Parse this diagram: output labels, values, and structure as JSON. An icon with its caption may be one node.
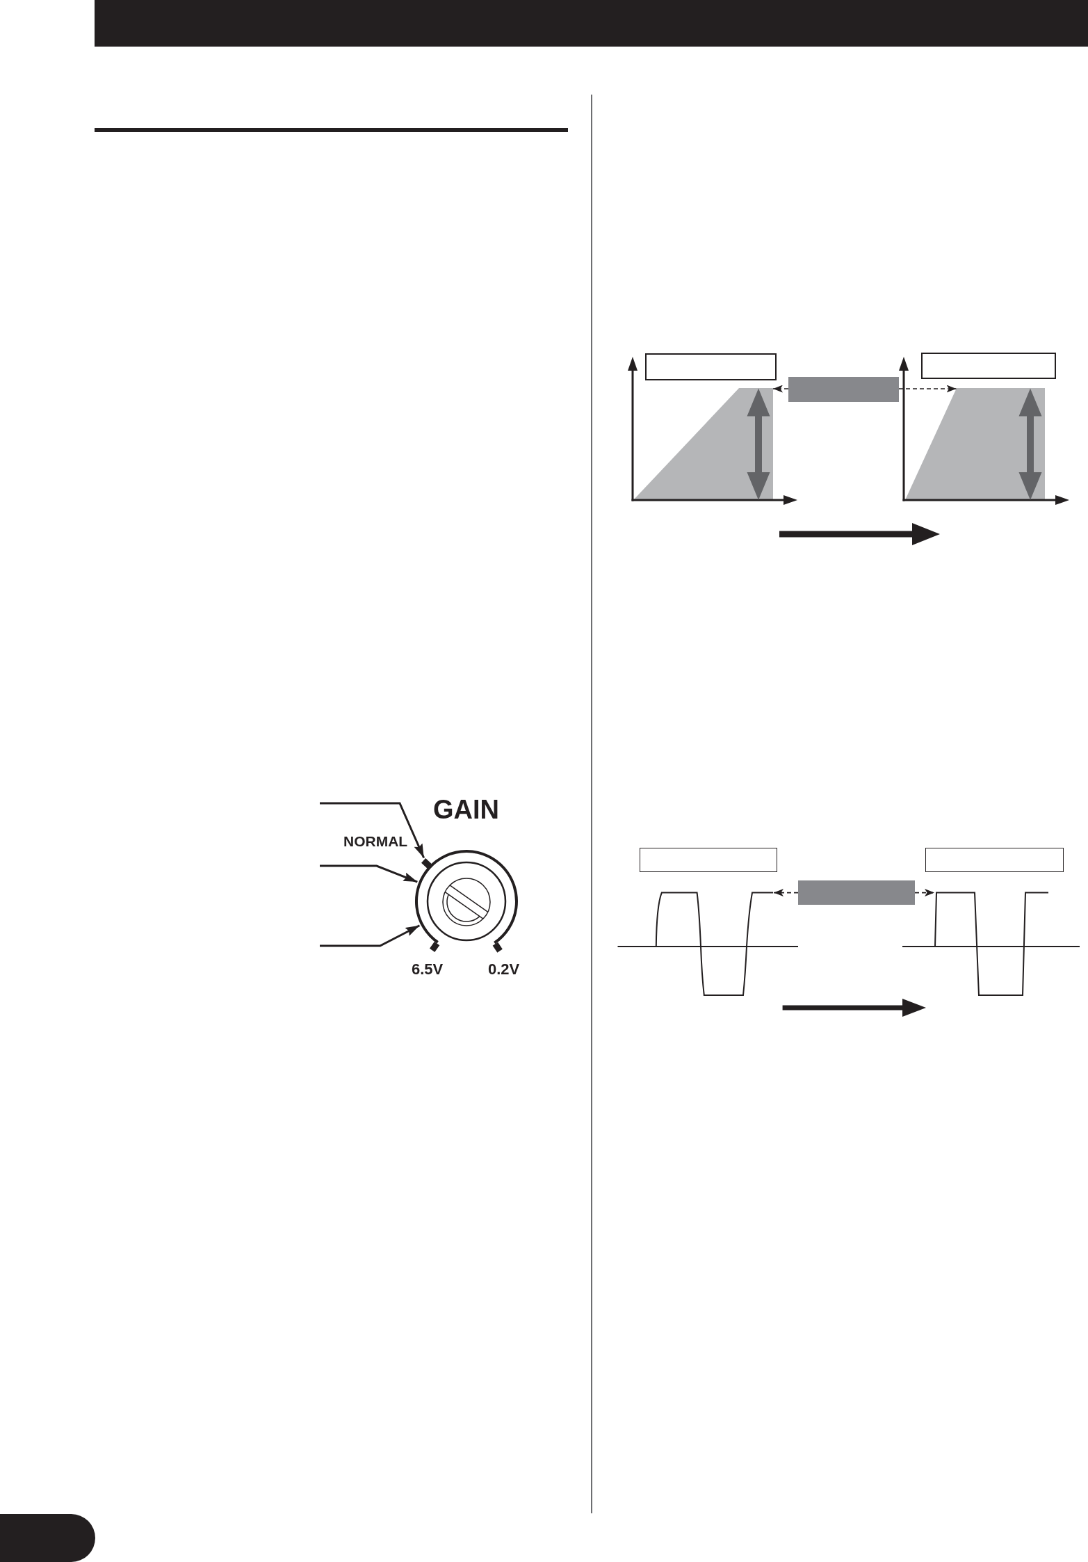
{
  "diagram": {
    "nodes": [
      {
        "text": [],
        "shape": "diamond"
      },
      {
        "text": [],
        "shape": "circle"
      },
      {
        "text": [],
        "shape": "picture"
      },
      {
        "text": [],
        "shape": "box",
        "in": 2
      },
      {
        "text": [],
        "shape": "trapezoid",
        "in": 2
      },
      {
        "text": [],
        "shape": "box"
      },
      {
        "text": [],
        "shape": "picture"
      },
      {
        "text": [],
        "shape": "box",
        "in": 6
      },
      {
        "text": [],
        "shape": "trapezoid",
        "in": 6
      },
      {
        "text": [],
        "shape": "picture"
      },
      {
        "text": [],
        "shape": "box",
        "in": 9
      },
      {
        "text": [],
        "shape": "wave",
        "in": 9
      },
      {
        "text": [],
        "shape": "box"
      },
      {
        "text": [],
        "shape": "picture"
      },
      {
        "text": [],
        "shape": "box",
        "in": 13
      },
      {
        "text": [],
        "shape": "wave",
        "in": 13
      }
    ],
    "edges": [
      {
        "from": null,
        "to": 0,
        "arrow": "to"
      },
      {
        "from": null,
        "to": 1,
        "arrow": "to"
      },
      {
        "from": null,
        "to": 1,
        "arrow": "to"
      },
      {
        "from": 5,
        "to": 4,
        "arrow": "to",
        "style": "dashed"
      },
      {
        "from": 5,
        "to": 8,
        "arrow": "to",
        "style": "dashed"
      },
      {
        "from": 2,
        "to": 6,
        "arrow": "to",
        "style": "thick"
      },
      {
        "from": 12,
        "to": 11,
        "arrow": "to",
        "style": "dashed"
      },
      {
        "from": 12,
        "to": 15,
        "arrow": "to",
        "style": "dashed"
      },
      {
        "from": 9,
        "to": 13,
        "arrow": "to",
        "style": "thick"
      }
    ],
    "labels": [
      "GAIN",
      "NORMAL",
      "6.5V",
      "0.2V"
    ]
  }
}
